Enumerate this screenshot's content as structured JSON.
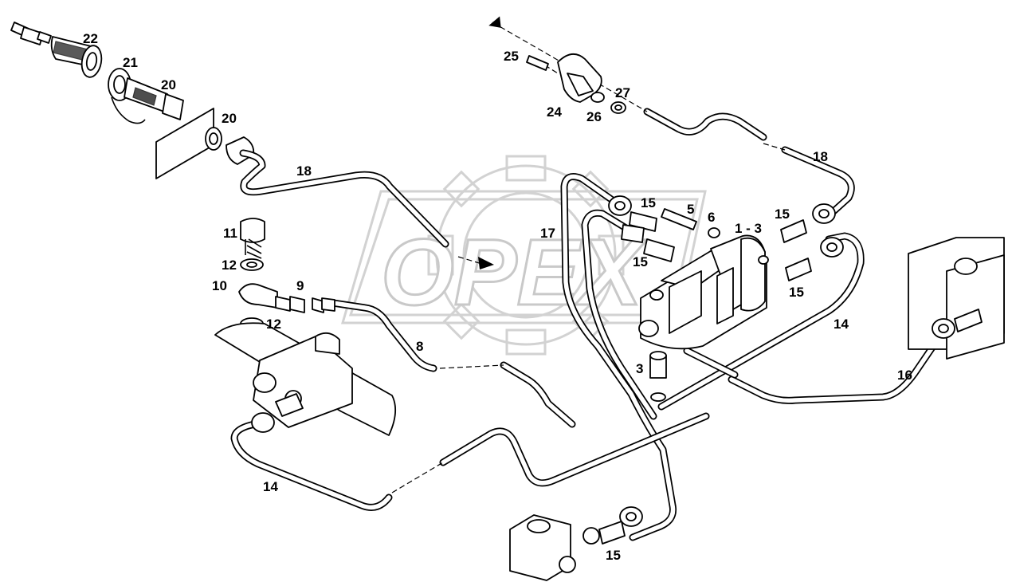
{
  "watermark": {
    "text": "OPEX"
  },
  "callouts": [
    {
      "id": "c22a",
      "text": "22"
    },
    {
      "id": "c21",
      "text": "21"
    },
    {
      "id": "c20a",
      "text": "20"
    },
    {
      "id": "c20b",
      "text": "20"
    },
    {
      "id": "c18a",
      "text": "18"
    },
    {
      "id": "c18b",
      "text": "18"
    },
    {
      "id": "c25",
      "text": "25"
    },
    {
      "id": "c24",
      "text": "24"
    },
    {
      "id": "c26",
      "text": "26"
    },
    {
      "id": "c27",
      "text": "27"
    },
    {
      "id": "c11",
      "text": "11"
    },
    {
      "id": "c12a",
      "text": "12"
    },
    {
      "id": "c10",
      "text": "10"
    },
    {
      "id": "c12b",
      "text": "12"
    },
    {
      "id": "c9",
      "text": "9"
    },
    {
      "id": "c8",
      "text": "8"
    },
    {
      "id": "c15a",
      "text": "15"
    },
    {
      "id": "c5",
      "text": "5"
    },
    {
      "id": "c6",
      "text": "6"
    },
    {
      "id": "c13",
      "text": "1 - 3"
    },
    {
      "id": "c15b",
      "text": "15"
    },
    {
      "id": "c17",
      "text": "17"
    },
    {
      "id": "c15c",
      "text": "15"
    },
    {
      "id": "c15d",
      "text": "15"
    },
    {
      "id": "c14a",
      "text": "14"
    },
    {
      "id": "c3",
      "text": "3"
    },
    {
      "id": "c16",
      "text": "16"
    },
    {
      "id": "c14b",
      "text": "14"
    },
    {
      "id": "c15e",
      "text": "15"
    }
  ]
}
